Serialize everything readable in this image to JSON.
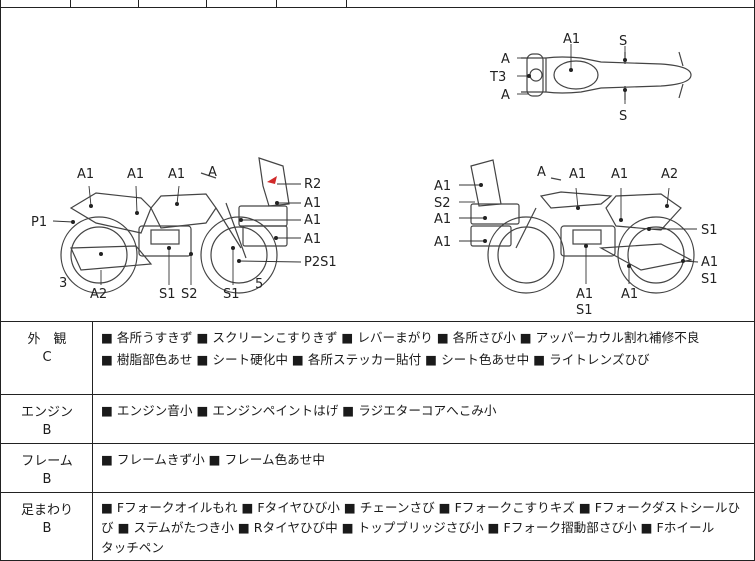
{
  "diagram": {
    "top_view": {
      "labels": [
        "A1",
        "S",
        "A",
        "T3",
        "A",
        "S"
      ]
    },
    "left_side": {
      "labels": [
        "A1",
        "A1",
        "A1",
        "A",
        "R2",
        "A1",
        "A1",
        "A1",
        "P1",
        "P2S1",
        "3",
        "A2",
        "S1",
        "S2",
        "S1",
        "5"
      ]
    },
    "right_side": {
      "labels": [
        "A",
        "A1",
        "A1",
        "A2",
        "A1",
        "S2",
        "A1",
        "A1",
        "S1",
        "A1",
        "S1",
        "A1",
        "S1",
        "A1"
      ]
    }
  },
  "rows": [
    {
      "name": "外　観",
      "grade": "C",
      "lines": [
        "■ 各所うすきず ■ スクリーンこすりきず ■ レバーまがり ■ 各所さび小 ■ アッパーカウル割れ補修不良",
        "■ 樹脂部色あせ ■ シート硬化中 ■ 各所ステッカー貼付 ■ シート色あせ中 ■ ライトレンズひび"
      ]
    },
    {
      "name": "エンジン",
      "grade": "B",
      "lines": [
        "■ エンジン音小 ■ エンジンペイントはげ ■ ラジエターコアへこみ小"
      ]
    },
    {
      "name": "フレーム",
      "grade": "B",
      "lines": [
        "■ フレームきず小 ■ フレーム色あせ中"
      ]
    },
    {
      "name": "足まわり",
      "grade": "B",
      "lines": [
        "■ Fフォークオイルもれ ■ Fタイヤひび小 ■ チェーンさび ■ Fフォークこすりキズ ■ Fフォークダストシールひ",
        "び ■ ステムがたつき小 ■ Rタイヤひび中 ■ トップブリッジさび小 ■ Fフォーク摺動部さび小 ■ Fホイール",
        "タッチペン"
      ]
    }
  ]
}
